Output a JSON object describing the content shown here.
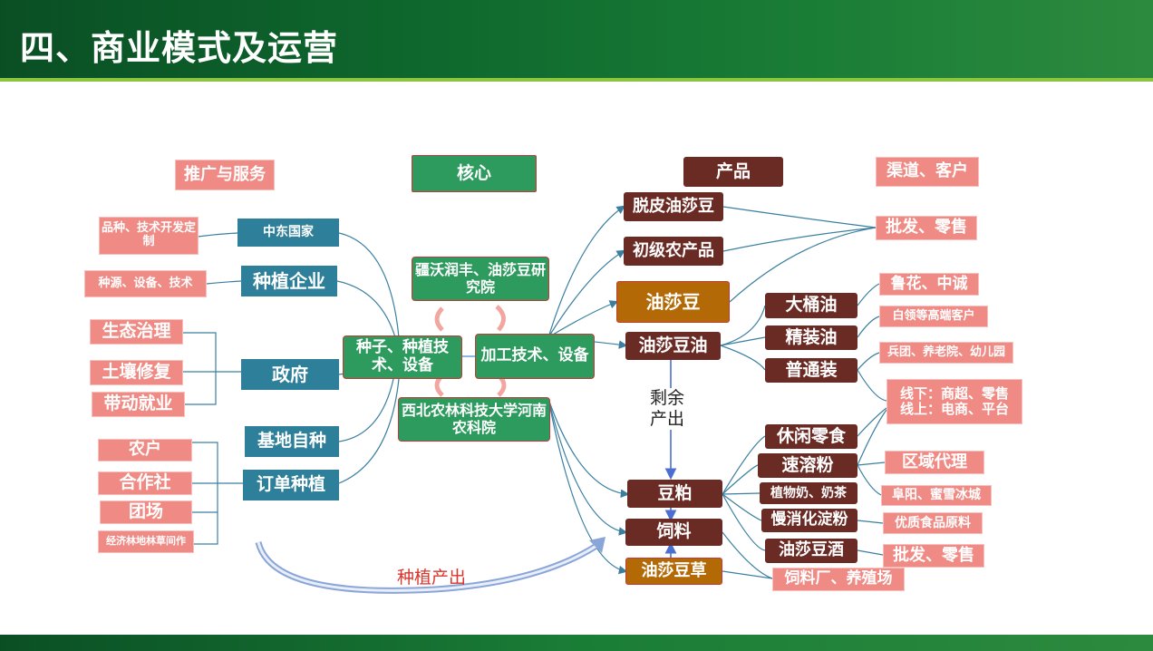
{
  "title": "四、商业模式及运营",
  "headers": {
    "promotion": "推广与服务",
    "core": "核心",
    "products": "产品",
    "channels": "渠道、客户"
  },
  "left": {
    "mideast": "中东国家",
    "custom": "品种、技术开发定制",
    "planting_company": "种植企业",
    "seeds_equipment": "种源、设备、技术",
    "government": "政府",
    "ecology": "生态治理",
    "soil": "土壤修复",
    "jobs": "带动就业",
    "self_planting": "基地自种",
    "order_planting": "订单种植",
    "farmers": "农户",
    "coop": "合作社",
    "farm": "团场",
    "forestry": "经济林地林草间作"
  },
  "core": {
    "institute": "疆沃润丰、油莎豆研究院",
    "seed_tech": "种子、种植技术、设备",
    "processing": "加工技术、设备",
    "universities": "西北农林科技大学河南农科院"
  },
  "products": {
    "peeled": "脱皮油莎豆",
    "primary": "初级农产品",
    "tigernut": "油莎豆",
    "oil": "油莎豆油",
    "meal": "豆粕",
    "feed": "饲料",
    "grass": "油莎豆草",
    "barrel_oil": "大桶油",
    "fine_oil": "精装油",
    "regular": "普通装",
    "snacks": "休闲零食",
    "instant": "速溶粉",
    "plant_milk": "植物奶、奶茶",
    "slow_starch": "慢消化淀粉",
    "liquor": "油莎豆酒"
  },
  "channels": {
    "wholesale1": "批发、零售",
    "luhua": "鲁花、中诚",
    "high_end": "白领等高端客户",
    "institutions": "兵团、养老院、幼儿园",
    "online_offline": "线下：商超、零售\n线上：电商、平台",
    "regional": "区域代理",
    "fuyang": "阜阳、蜜雪冰城",
    "food_material": "优质食品原料",
    "wholesale2": "批发、零售",
    "feed_plant": "饲料厂、养殖场"
  },
  "labels": {
    "surplus": "剩余产出",
    "planting_output": "种植产出"
  },
  "colors": {
    "pink": "#f08a84",
    "teal": "#2e7f9a",
    "green": "#2d9a5e",
    "brown": "#6b2b25",
    "orange": "#b36a06",
    "line": "#3a7fa0"
  }
}
